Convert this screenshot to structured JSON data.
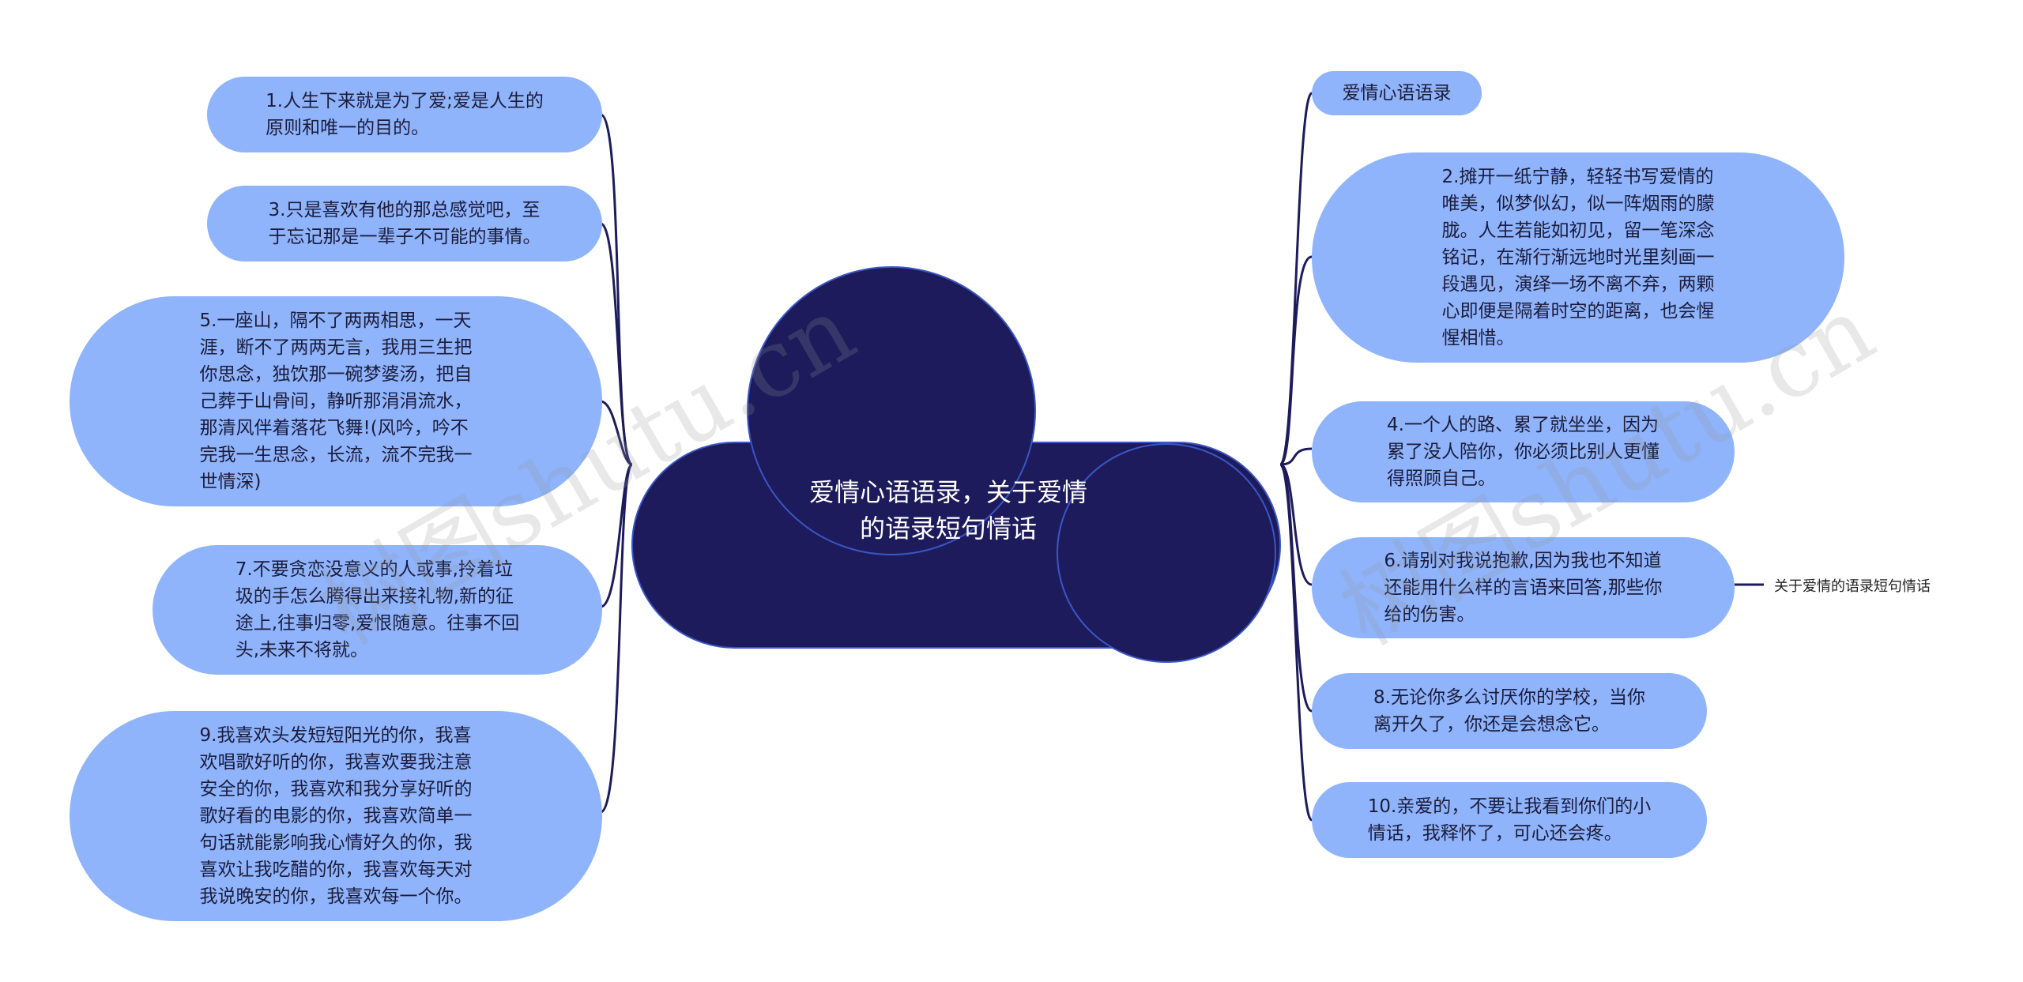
{
  "center": {
    "title": "爱情心语语录，关于爱情\n的语录短句情话"
  },
  "left_nodes": [
    {
      "text": "1.人生下来就是为了爱;爱是人生的\n原则和唯一的目的。"
    },
    {
      "text": "3.只是喜欢有他的那总感觉吧，至\n于忘记那是一辈子不可能的事情。"
    },
    {
      "text": "5.一座山，隔不了两两相思，一天\n涯，断不了两两无言，我用三生把\n你思念，独饮那一碗梦婆汤，把自\n己葬于山骨间，静听那涓涓流水，\n那清风伴着落花飞舞!(风吟，吟不\n完我一生思念，长流，流不完我一\n世情深)"
    },
    {
      "text": "7.不要贪恋没意义的人或事,拎着垃\n圾的手怎么腾得出来接礼物,新的征\n途上,往事归零,爱恨随意。往事不回\n头,未来不将就。"
    },
    {
      "text": "9.我喜欢头发短短阳光的你，我喜\n欢唱歌好听的你，我喜欢要我注意\n安全的你，我喜欢和我分享好听的\n歌好看的电影的你，我喜欢简单一\n句话就能影响我心情好久的你，我\n喜欢让我吃醋的你，我喜欢每天对\n我说晚安的你，我喜欢每一个你。"
    }
  ],
  "right_nodes": [
    {
      "text": "爱情心语语录"
    },
    {
      "text": "2.摊开一纸宁静，轻轻书写爱情的\n唯美，似梦似幻，似一阵烟雨的朦\n胧。人生若能如初见，留一笔深念\n铭记，在渐行渐远地时光里刻画一\n段遇见，演绎一场不离不弃，两颗\n心即便是隔着时空的距离，也会惺\n惺相惜。"
    },
    {
      "text": "4.一个人的路、累了就坐坐，因为\n累了没人陪你，你必须比别人更懂\n得照顾自己。"
    },
    {
      "text": "6.请别对我说抱歉,因为我也不知道\n还能用什么样的言语来回答,那些你\n给的伤害。"
    },
    {
      "text": "8.无论你多么讨厌你的学校，当你\n离开久了，你还是会想念它。"
    },
    {
      "text": "10.亲爱的，不要让我看到你们的小\n情话，我释怀了，可心还会疼。"
    }
  ],
  "leaf": {
    "text": "关于爱情的语录短句情话"
  },
  "watermarks": [
    "树图shutu.cn",
    "树图shutu.cn"
  ],
  "colors": {
    "center_fill": "#1d1b5c",
    "node_fill": "#8fb4fc",
    "connector": "#1d1b5c"
  }
}
